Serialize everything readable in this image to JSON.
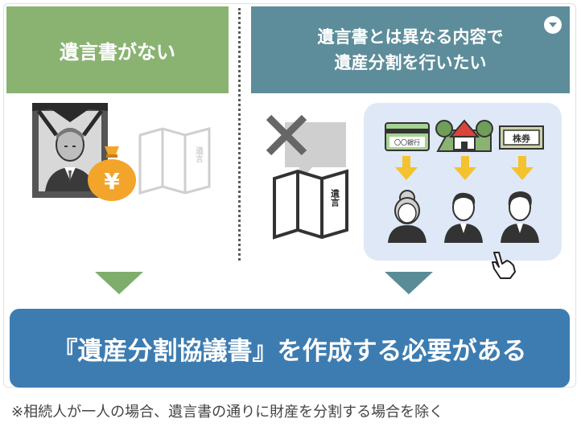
{
  "left_panel": {
    "title": "遺言書がない"
  },
  "right_panel": {
    "title_line1": "遺言書とは異なる内容で",
    "title_line2": "遺産分割を行いたい"
  },
  "illustrations": {
    "will_label": "遺言",
    "bank_label": "〇〇銀行",
    "stock_label": "株券",
    "yen_symbol": "¥"
  },
  "banner": {
    "text": "『遺産分割協議書』を作成する必要がある"
  },
  "footnote": "※相続人が一人の場合、遺言書の通りに財産を分割する場合を除く",
  "colors": {
    "left_header": "#8ab372",
    "right_header": "#5d8d9a",
    "banner": "#3d7cb0",
    "arrow_left": "#7fae6c",
    "arrow_right": "#5a8c98",
    "yen_bag": "#f2a52a",
    "down_arrow": "#f4c22e"
  },
  "icons": [
    "menu-icon",
    "portrait-icon",
    "money-bag-icon",
    "map-icon",
    "cross-icon",
    "speech-bubble-icon",
    "bank-card-icon",
    "house-icon",
    "stock-certificate-icon",
    "arrow-down-icon",
    "person-icon",
    "hand-cursor-icon"
  ]
}
